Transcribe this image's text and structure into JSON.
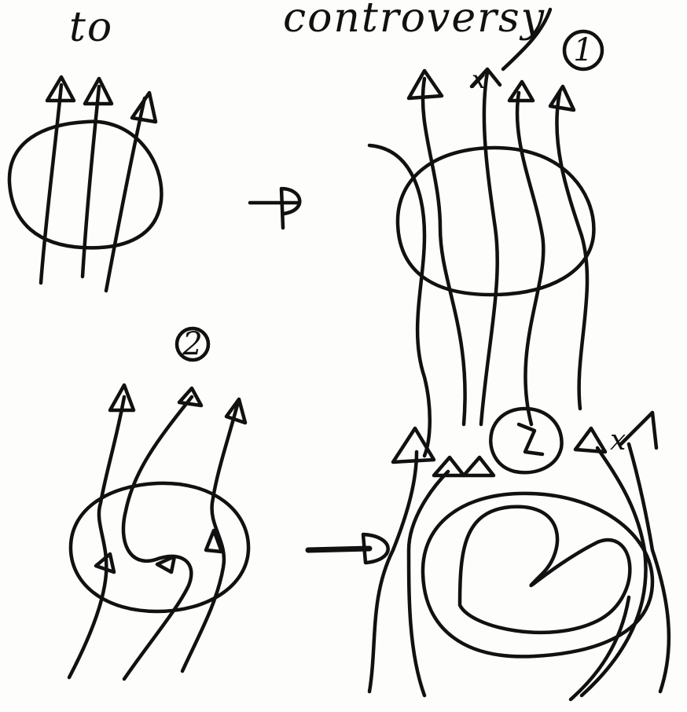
{
  "labels": {
    "time_label": "to",
    "title": "controversy",
    "panel_1_number": "1",
    "panel_2_number": "2",
    "x_mark": "x",
    "inner_number": "2"
  },
  "colors": {
    "ink": "#111111",
    "paper": "#fdfdfb"
  }
}
